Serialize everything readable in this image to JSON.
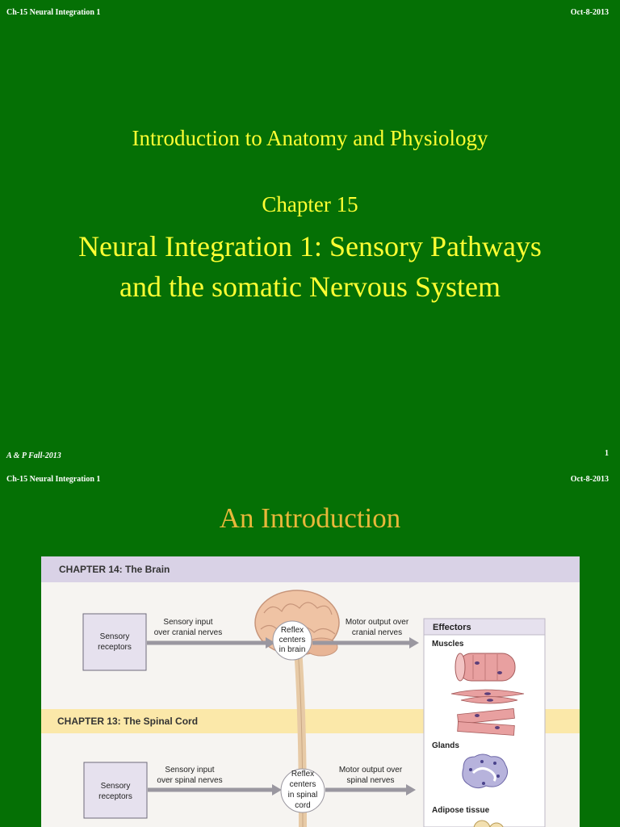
{
  "slide1": {
    "header_left": "Ch-15  Neural Integration 1",
    "header_right": "Oct-8-2013",
    "course_title": "Introduction to Anatomy and Physiology",
    "chapter_number": "Chapter  15",
    "chapter_title_line1": "Neural Integration 1: Sensory Pathways",
    "chapter_title_line2": "and the somatic Nervous System",
    "footer_left": "A & P  Fall-2013",
    "page_number": "1"
  },
  "slide2": {
    "header_left": "Ch-15  Neural Integration 1",
    "header_right": "Oct-8-2013",
    "title": "An Introduction",
    "figure": {
      "chapter14_label": "CHAPTER 14: The Brain",
      "chapter13_label": "CHAPTER 13: The Spinal Cord",
      "sensory_receptors_label_1": "Sensory",
      "sensory_receptors_label_2": "receptors",
      "sensory_input_cranial_1": "Sensory input",
      "sensory_input_cranial_2": "over cranial nerves",
      "reflex_brain_1": "Reflex",
      "reflex_brain_2": "centers",
      "reflex_brain_3": "in brain",
      "motor_output_cranial_1": "Motor output over",
      "motor_output_cranial_2": "cranial nerves",
      "effectors_label": "Effectors",
      "muscles_label": "Muscles",
      "glands_label": "Glands",
      "adipose_label": "Adipose tissue",
      "sensory_input_spinal_1": "Sensory input",
      "sensory_input_spinal_2": "over spinal nerves",
      "reflex_spinal_1": "Reflex",
      "reflex_spinal_2": "centers",
      "reflex_spinal_3": "in spinal",
      "reflex_spinal_4": "cord",
      "motor_output_spinal_1": "Motor output over",
      "motor_output_spinal_2": "spinal nerves"
    }
  },
  "colors": {
    "slide_background": "#057005",
    "title_yellow": "#ffff33",
    "intro_title_gold": "#e8b83a",
    "chapter14_band": "#d9d2e6",
    "chapter13_band": "#fbe8a9"
  }
}
